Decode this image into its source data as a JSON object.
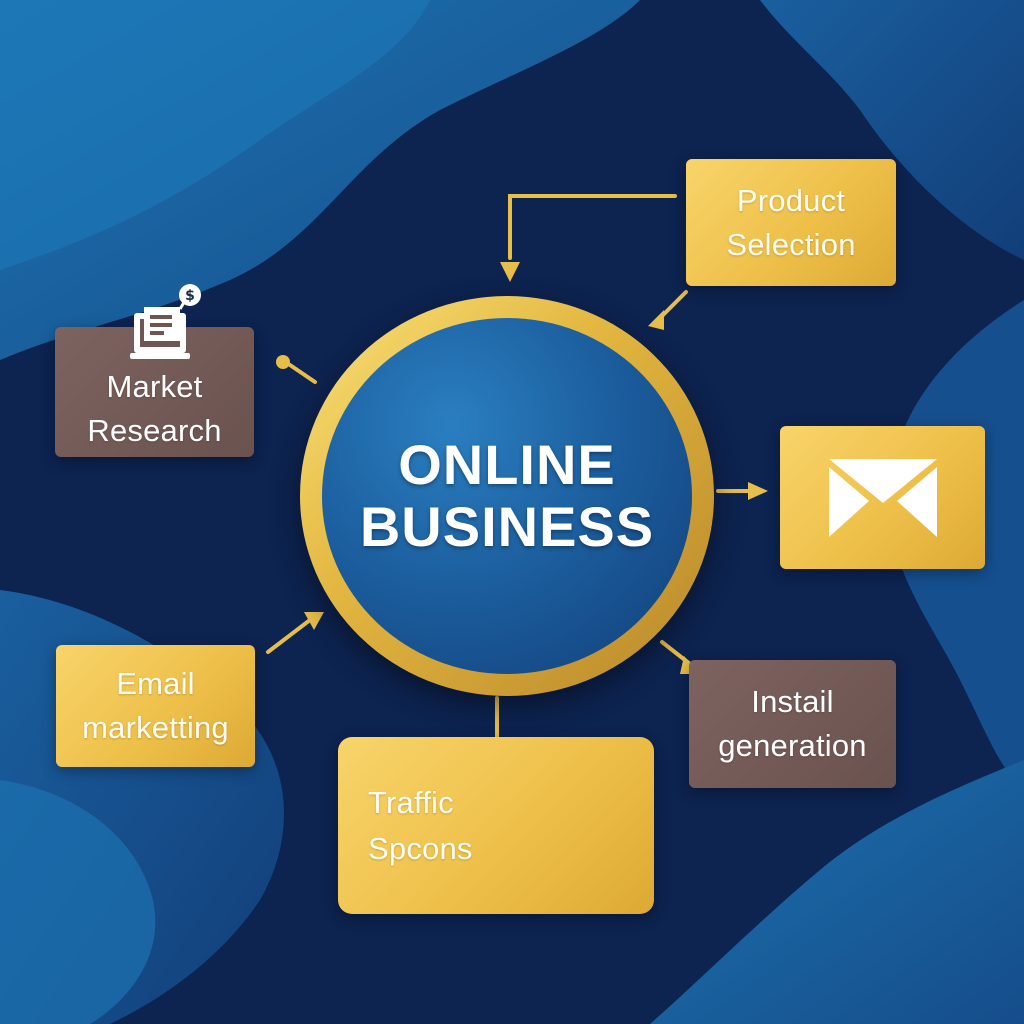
{
  "center": {
    "line1": "ONLINE",
    "line2": "BUSINESS"
  },
  "nodes": {
    "product_selection": {
      "line1": "Product",
      "line2": "Selection"
    },
    "market_research": {
      "line1": "Market",
      "line2": "Research",
      "icon": "document-dollar-icon"
    },
    "email_icon_card": {
      "icon": "envelope-icon"
    },
    "email_marketing": {
      "line1": "Email",
      "line2": "marketting"
    },
    "install_generation": {
      "line1": "Instail",
      "line2": "generation"
    },
    "traffic": {
      "line1": "Traffic",
      "line2": "Spcons"
    }
  },
  "colors": {
    "background": "#0d2350",
    "accent_gold": "#eec04a",
    "card_mauve": "#6f5653",
    "hub_blue": "#1b5c9c"
  }
}
